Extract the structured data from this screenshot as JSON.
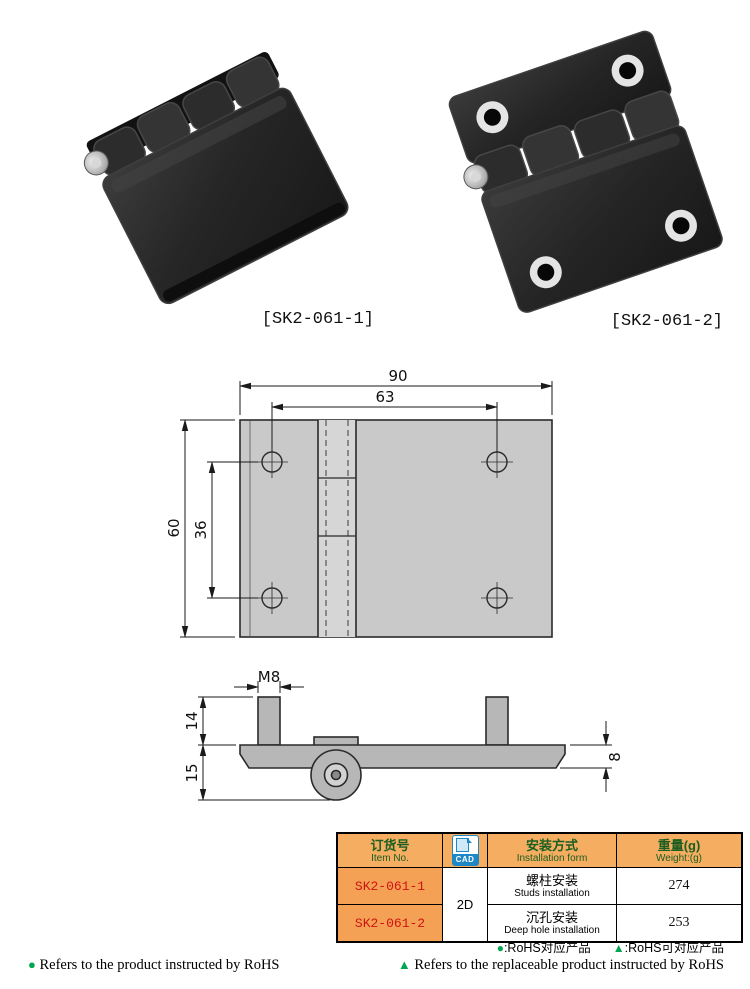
{
  "products": [
    {
      "label": "[SK2-061-1]"
    },
    {
      "label": "[SK2-061-2]"
    }
  ],
  "drawing": {
    "top_view": {
      "width": "90",
      "hole_spacing_h": "63",
      "height": "60",
      "hole_spacing_v": "36"
    },
    "side_view": {
      "thread": "M8",
      "stud_height": "14",
      "base_height": "15",
      "thickness": "8"
    }
  },
  "table": {
    "header": {
      "item_no_zh": "订货号",
      "item_no_en": "Item No.",
      "cad_icon": "CAD",
      "install_zh": "安装方式",
      "install_en": "Installation form",
      "weight_zh": "重量(g)",
      "weight_en": "Weight:(g)"
    },
    "rows": [
      {
        "item_no": "SK2-061-1",
        "cad": "2D",
        "install_zh": "螺柱安装",
        "install_en": "Studs installation",
        "weight_g": "274"
      },
      {
        "item_no": "SK2-061-2",
        "install_zh": "沉孔安装",
        "install_en": "Deep hole installation",
        "weight_g": "253"
      }
    ]
  },
  "legend": {
    "dot_symbol": "●",
    "dot_text": ":RoHS对应产品",
    "triangle_symbol": "▲",
    "triangle_text": ":RoHS可对应产品"
  },
  "footer": {
    "dot_symbol": "●",
    "dot_text": " Refers to the product instructed by RoHS",
    "triangle_symbol": "▲",
    "triangle_text": " Refers to the replaceable product instructed by RoHS"
  },
  "colors": {
    "header_bg": "#f5ad61",
    "item_cell_bg": "#f5a155",
    "item_text": "#cf1313",
    "header_text": "#1b5e20",
    "rohs_green": "#00a651",
    "cad_blue": "#1e88c7",
    "hinge_black": "#222222",
    "drawing_gray": "#c9c9c9"
  }
}
